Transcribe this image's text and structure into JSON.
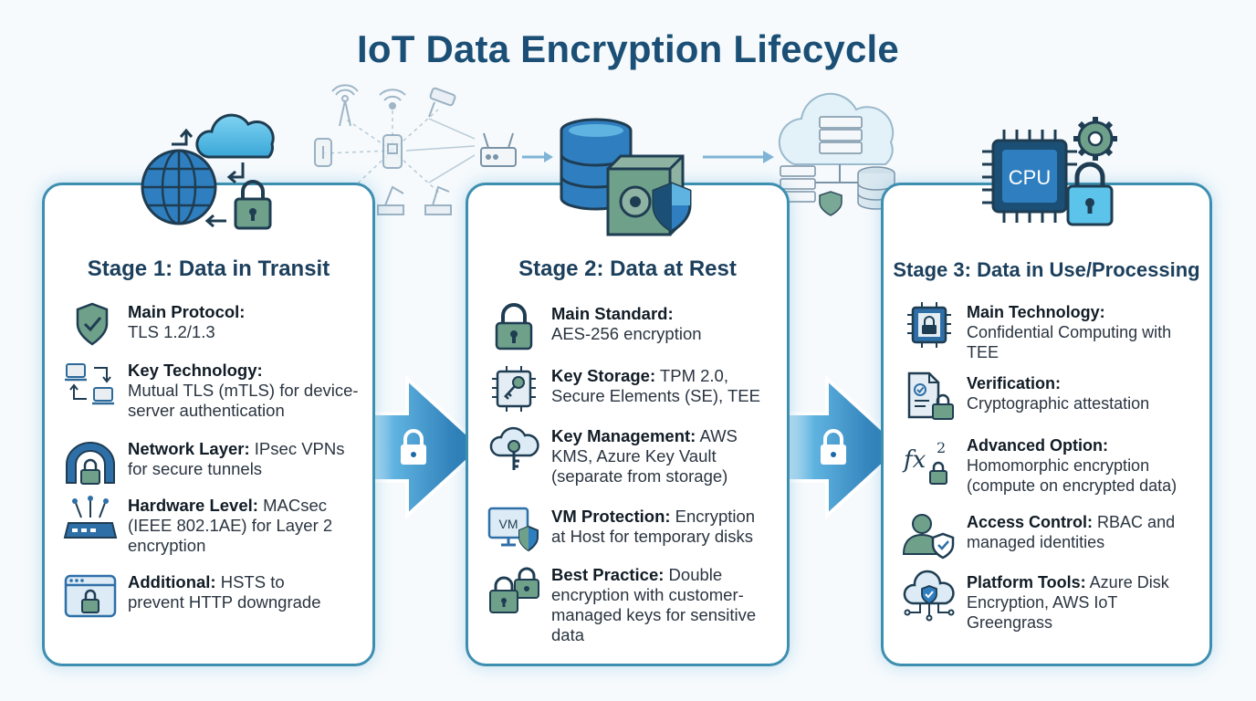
{
  "title": "IoT Data Encryption Lifecycle",
  "stages": [
    {
      "heading": "Stage 1: Data in Transit",
      "items": [
        {
          "icon": "shield-check-icon",
          "label": "Main Protocol:",
          "line1": "",
          "rest": "TLS 1.2/1.3"
        },
        {
          "icon": "device-exchange-icon",
          "label": "Key Technology:",
          "line1": "",
          "rest": "Mutual TLS (mTLS) for device-server authentication"
        },
        {
          "icon": "tunnel-lock-icon",
          "label": "Network Layer:",
          "line1": " IPsec VPNs",
          "rest": "for secure tunnels"
        },
        {
          "icon": "router-icon",
          "label": "Hardware Level:",
          "line1": " MACsec",
          "rest": "(IEEE 802.1AE) for Layer 2 encryption"
        },
        {
          "icon": "browser-lock-icon",
          "label": "Additional:",
          "line1": " HSTS to",
          "rest": "prevent HTTP downgrade"
        }
      ]
    },
    {
      "heading": "Stage 2: Data at Rest",
      "items": [
        {
          "icon": "padlock-icon",
          "label": "Main Standard:",
          "line1": "",
          "rest": "AES-256 encryption"
        },
        {
          "icon": "chip-key-icon",
          "label": "Key Storage:",
          "line1": " TPM 2.0,",
          "rest": "Secure Elements (SE), TEE"
        },
        {
          "icon": "cloud-key-icon",
          "label": "Key Management:",
          "line1": " AWS",
          "rest": "KMS, Azure Key Vault (separate from storage)"
        },
        {
          "icon": "vm-shield-icon",
          "label": "VM Protection:",
          "line1": " Encryption",
          "rest": "at Host for temporary disks"
        },
        {
          "icon": "double-lock-icon",
          "label": "Best Practice:",
          "line1": " Double",
          "rest": "encryption with customer-managed keys for sensitive data"
        }
      ]
    },
    {
      "heading": "Stage 3: Data in Use/Processing",
      "items": [
        {
          "icon": "chip-lock-icon",
          "label": "Main Technology:",
          "line1": "",
          "rest": "Confidential Computing with TEE"
        },
        {
          "icon": "document-lock-icon",
          "label": "Verification:",
          "line1": "",
          "rest": "Cryptographic attestation"
        },
        {
          "icon": "formula-lock-icon",
          "label": "Advanced Option:",
          "line1": "",
          "rest": "Homomorphic encryption (compute on encrypted data)"
        },
        {
          "icon": "user-shield-icon",
          "label": "Access Control:",
          "line1": " RBAC and",
          "rest": "managed identities"
        },
        {
          "icon": "cloud-shield-icon",
          "label": "Platform Tools:",
          "line1": " Azure Disk",
          "rest": "Encryption, AWS IoT Greengrass"
        }
      ]
    }
  ],
  "cpu_label": "CPU",
  "vm_label": "VM",
  "fx_label": "fx",
  "fx_exponent": "2",
  "colors": {
    "title": "#1b4f75",
    "border": "#3d8fb0",
    "icon_fill": "#6fa08a",
    "icon_stroke": "#1f3d52",
    "accent_blue": "#2f7fc0",
    "arrow_dark": "#1b6aa8",
    "cloud": "#5cc3ea"
  }
}
